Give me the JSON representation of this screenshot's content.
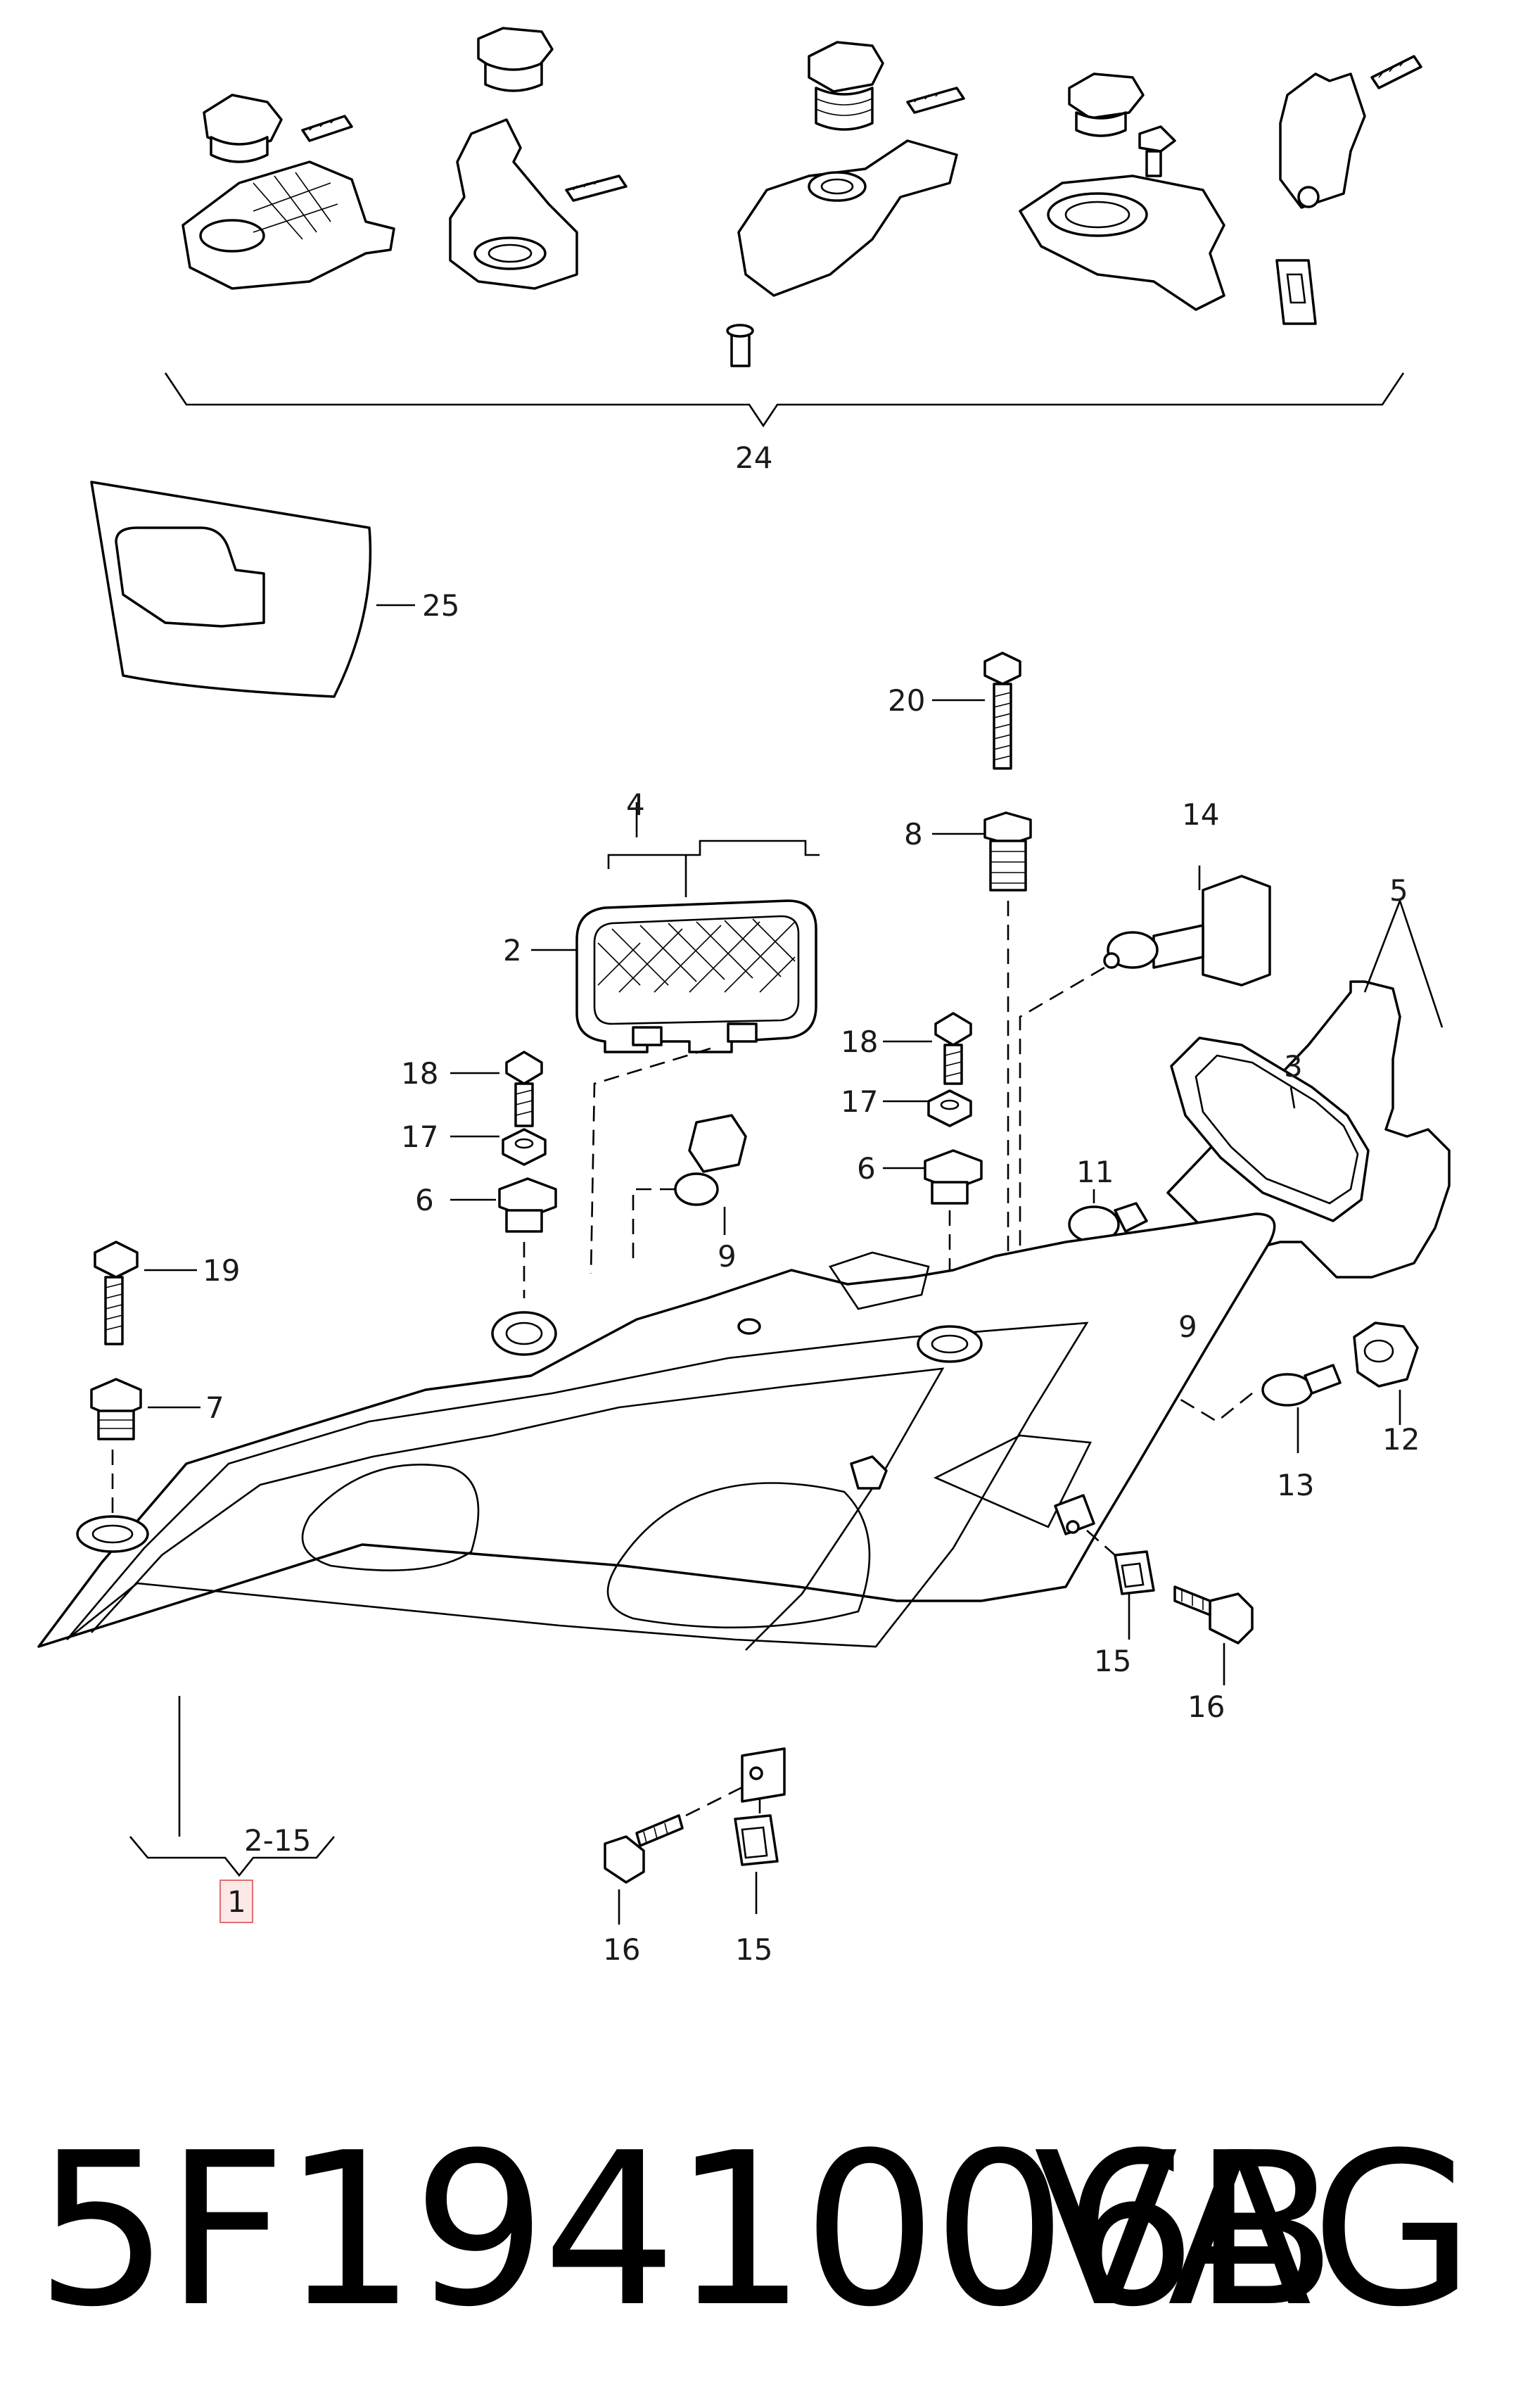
{
  "labels": {
    "l24": "24",
    "l25": "25",
    "l20": "20",
    "l4": "4",
    "l14": "14",
    "l8": "8",
    "l5": "5",
    "l2": "2",
    "l3": "3",
    "l18a": "18",
    "l18b": "18",
    "l17a": "17",
    "l17b": "17",
    "l6a": "6",
    "l6b": "6",
    "l11": "11",
    "l9a": "9",
    "l9b": "9",
    "l19": "19",
    "l7": "7",
    "l12": "12",
    "l13": "13",
    "l15a": "15",
    "l15b": "15",
    "l16a": "16",
    "l16b": "16",
    "range": "2-15",
    "l1": "1"
  },
  "footer": {
    "part_number": "5F1941006B",
    "brand": "VAG"
  },
  "colors": {
    "line": "#000000",
    "highlight_border": "#e07070",
    "highlight_fill": "#fde8e8"
  }
}
